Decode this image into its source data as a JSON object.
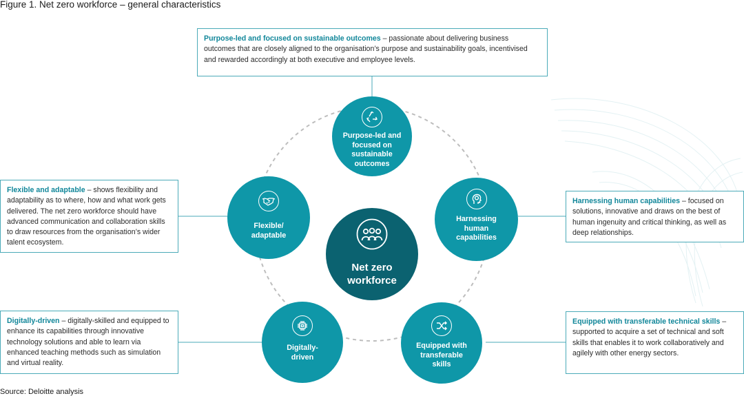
{
  "figure": {
    "title": "Figure 1. Net zero workforce – general characteristics",
    "source": "Source: Deloitte analysis"
  },
  "center": {
    "line1": "Net zero",
    "line2": "workforce",
    "icon": "people-group-icon"
  },
  "characteristics": [
    {
      "key": "purpose",
      "circle": [
        "Purpose-led and",
        "focused on",
        "sustainable",
        "outcomes"
      ],
      "icon": "recycle-icon",
      "box_title": "Purpose-led and focused on sustainable outcomes",
      "box_text": " – passionate about delivering business outcomes that are closely aligned to the organisation’s purpose and sustainability goals, incentivised and rewarded accordingly at both executive and employee levels."
    },
    {
      "key": "human",
      "circle": [
        "Harnessing",
        "human",
        "capabilities"
      ],
      "icon": "brain-head-icon",
      "box_title": "Harnessing human capabilities",
      "box_text": " – focused on solutions, innovative and draws on the best of human ingenuity and critical thinking, as well as deep relationships."
    },
    {
      "key": "transferable",
      "circle": [
        "Equipped with",
        "transferable",
        "skills"
      ],
      "icon": "shuffle-icon",
      "box_title": "Equipped with transferable technical skills",
      "box_text": " – supported to acquire a set of technical and soft skills that enables it to work collaboratively and agilely with other energy sectors."
    },
    {
      "key": "digital",
      "circle": [
        "Digitally-",
        "driven"
      ],
      "icon": "chip-icon",
      "box_title": "Digitally-driven",
      "box_text": " – digitally-skilled and equipped to enhance its capabilities through innovative technology solutions and able to learn via enhanced teaching methods such as simulation and virtual reality."
    },
    {
      "key": "flexible",
      "circle": [
        "Flexible/",
        "adaptable"
      ],
      "icon": "handshake-icon",
      "box_title": "Flexible and adaptable",
      "box_text": " – shows flexibility and adaptability as to where, how and what work gets delivered. The net zero workforce should have advanced communication and collaboration skills to draw resources from the organisation’s wider talent ecosystem."
    }
  ],
  "colors": {
    "circle": "#0f97a8",
    "center": "#0b6270",
    "accent_text": "#12879a",
    "border": "#4aaab8",
    "dashed_ring": "#bdbdbd"
  }
}
